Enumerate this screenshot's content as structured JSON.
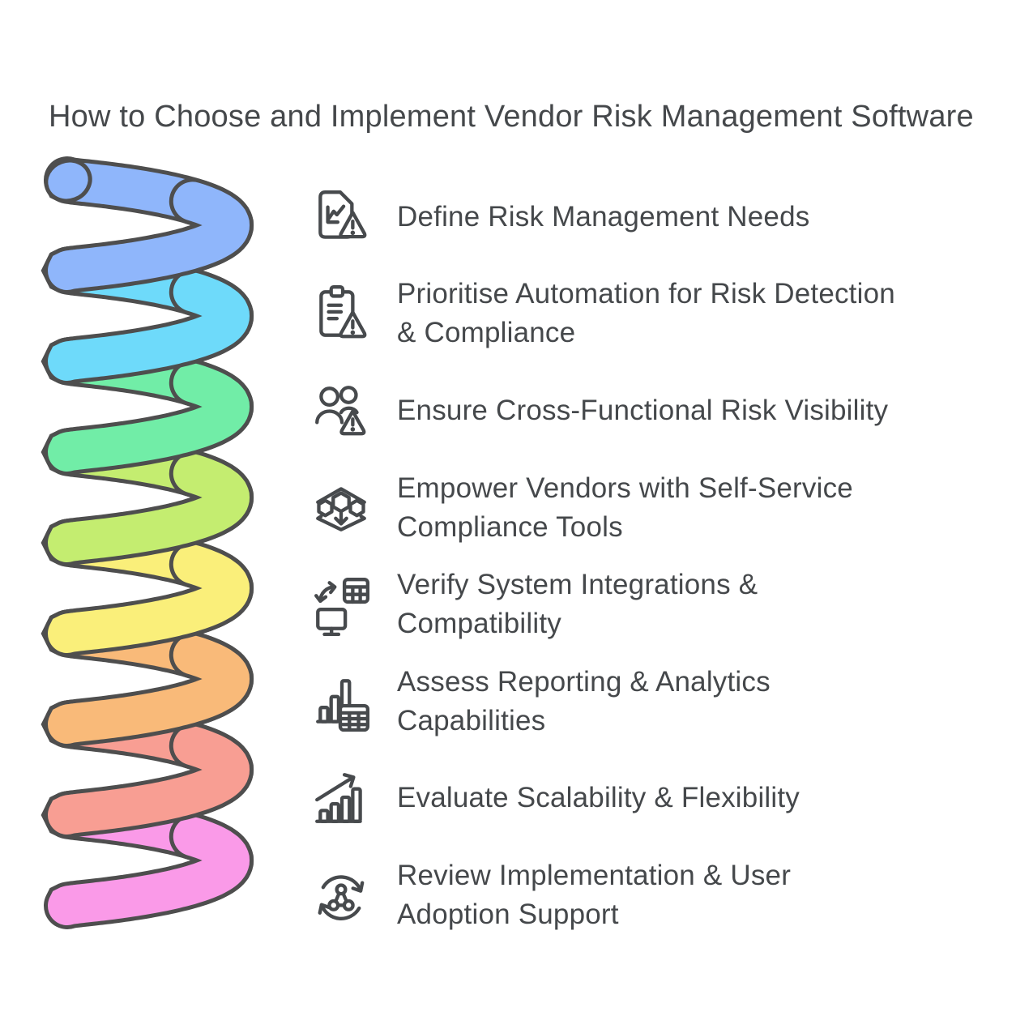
{
  "title": "How to Choose and Implement Vendor Risk Management Software",
  "colors": {
    "background": "#ffffff",
    "outline": "#4e4e4e",
    "text": "#45484b",
    "icon_stroke": "#474a4d",
    "spiral_loops": [
      "#8fb6fb",
      "#6edafa",
      "#71eda7",
      "#c4ed70",
      "#faef7a",
      "#f9ba79",
      "#f89e93",
      "#fa9ae8"
    ]
  },
  "steps": [
    {
      "icon": "document-risk-chart-warning-icon",
      "lines": [
        "Define Risk Management Needs",
        ""
      ]
    },
    {
      "icon": "clipboard-warning-icon",
      "lines": [
        "Prioritise Automation for Risk Detection",
        "& Compliance"
      ]
    },
    {
      "icon": "users-warning-icon",
      "lines": [
        "Ensure Cross-Functional Risk Visibility",
        ""
      ]
    },
    {
      "icon": "hexagon-distribution-icon",
      "lines": [
        "Empower Vendors with Self-Service",
        "Compliance Tools"
      ]
    },
    {
      "icon": "sync-table-monitor-icon",
      "lines": [
        "Verify System Integrations &",
        "Compatibility"
      ]
    },
    {
      "icon": "bar-chart-calculator-icon",
      "lines": [
        "Assess Reporting & Analytics",
        "Capabilities"
      ]
    },
    {
      "icon": "growth-arrow-icon",
      "lines": [
        "Evaluate Scalability & Flexibility",
        ""
      ]
    },
    {
      "icon": "cycle-share-icon",
      "lines": [
        "Review Implementation & User",
        "Adoption Support"
      ]
    }
  ]
}
